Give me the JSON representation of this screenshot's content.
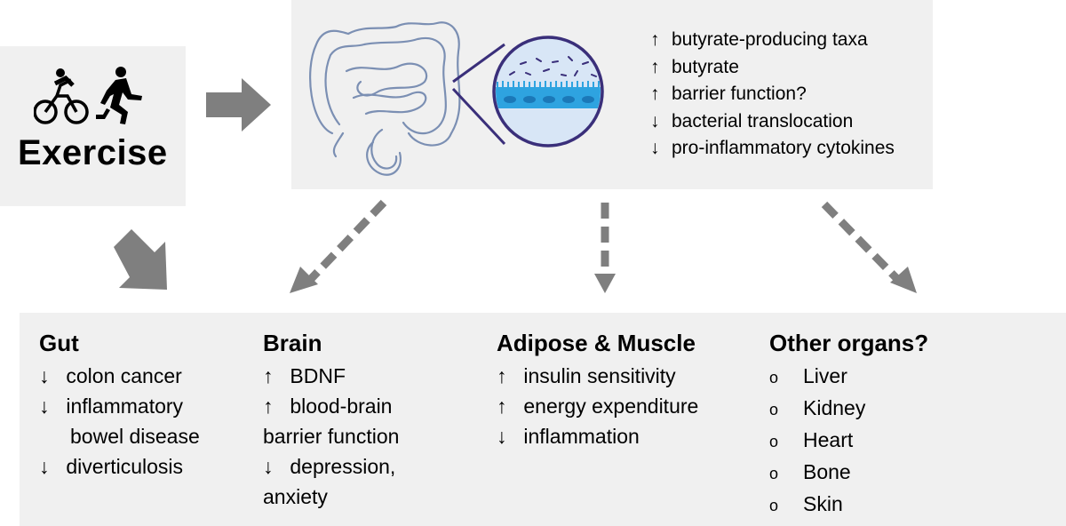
{
  "exercise": {
    "title": "Exercise",
    "icons": [
      "cycling-icon",
      "running-icon"
    ]
  },
  "gut_effects": [
    {
      "arrow": "↑",
      "text": "butyrate-producing taxa"
    },
    {
      "arrow": "↑",
      "text": "butyrate"
    },
    {
      "arrow": "↑",
      "text": "barrier function?"
    },
    {
      "arrow": "↓",
      "text": "bacterial translocation"
    },
    {
      "arrow": "↓",
      "text": "pro-inflammatory cytokines"
    }
  ],
  "outcomes": {
    "gut": {
      "title": "Gut",
      "items": [
        {
          "arrow": "↓",
          "text": "colon cancer"
        },
        {
          "arrow": "↓",
          "text": "inflammatory"
        },
        {
          "arrow": "",
          "text": "bowel disease"
        },
        {
          "arrow": "↓",
          "text": "diverticulosis"
        }
      ]
    },
    "brain": {
      "title": "Brain",
      "items": [
        {
          "arrow": "↑",
          "text": "BDNF"
        },
        {
          "arrow": "↑",
          "text": "blood-brain"
        },
        {
          "arrow": "",
          "text": "barrier function"
        },
        {
          "arrow": "↓",
          "text": "depression,"
        },
        {
          "arrow": "",
          "text": "anxiety"
        }
      ]
    },
    "adipose": {
      "title": "Adipose & Muscle",
      "items": [
        {
          "arrow": "↑",
          "text": "insulin sensitivity"
        },
        {
          "arrow": "↑",
          "text": "energy expenditure"
        },
        {
          "arrow": "↓",
          "text": "inflammation"
        }
      ]
    },
    "other": {
      "title": "Other organs?",
      "bullet": "o",
      "items": [
        "Liver",
        "Kidney",
        "Heart",
        "Bone",
        "Skin"
      ]
    }
  },
  "colors": {
    "panel": "#f0f0f0",
    "arrow": "#7f7f7f",
    "intestine_stroke": "#7b8fb3",
    "magnifier": "#3a2f7a",
    "epithelium": "#2ea3e0"
  }
}
